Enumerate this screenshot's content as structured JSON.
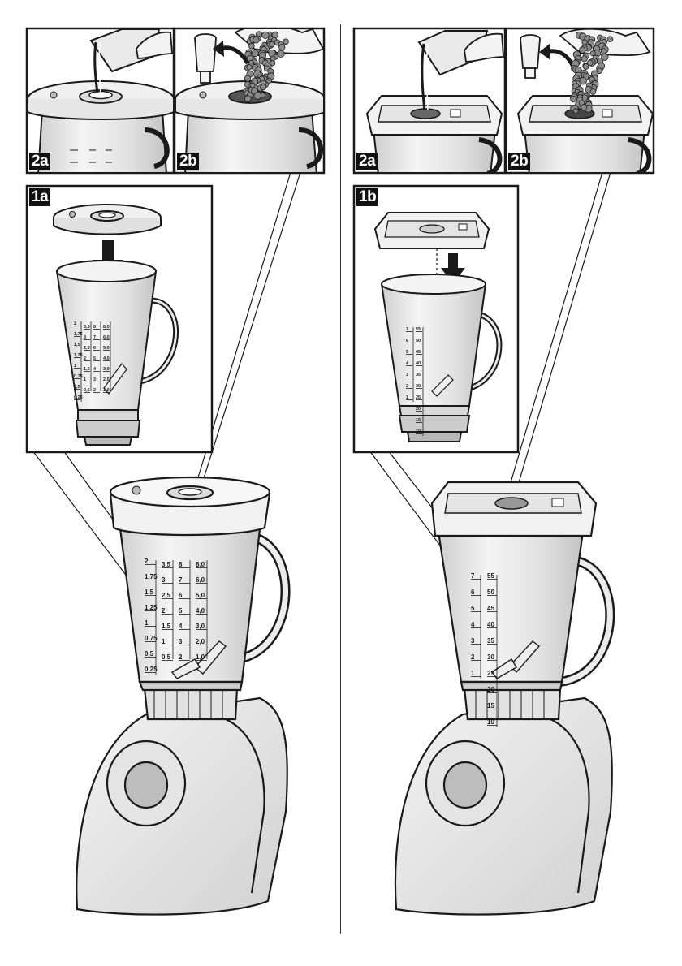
{
  "labels": {
    "left_2a": "2a",
    "left_2b": "2b",
    "left_1a": "1a",
    "right_2a": "2a",
    "right_2b": "2b",
    "right_1b": "1b"
  },
  "jar_scale_left": {
    "col1": [
      "2",
      "1,75",
      "1,5",
      "1,25",
      "1",
      "0,75",
      "0,5",
      "0,25"
    ],
    "col2": [
      "3,5",
      "3",
      "2,5",
      "2",
      "1,5",
      "1",
      "0,5"
    ],
    "col3": [
      "8",
      "7",
      "6",
      "5",
      "4",
      "3",
      "2"
    ],
    "col4": [
      "8,0",
      "6,0",
      "5,0",
      "4,0",
      "3,0",
      "2,0",
      "1,0"
    ]
  },
  "jar_scale_right": {
    "col1": [
      "7",
      "6",
      "5",
      "4",
      "3",
      "2",
      "1"
    ],
    "col2": [
      "55",
      "50",
      "45",
      "40",
      "35",
      "30",
      "25",
      "20",
      "15",
      "10"
    ]
  },
  "colors": {
    "outline": "#1a1a1a",
    "body_fill": "#ececec",
    "glass_fill": "#dcdcdc",
    "dial_fill": "#bdbdbd",
    "grain_fill": "#8a8a8a"
  }
}
